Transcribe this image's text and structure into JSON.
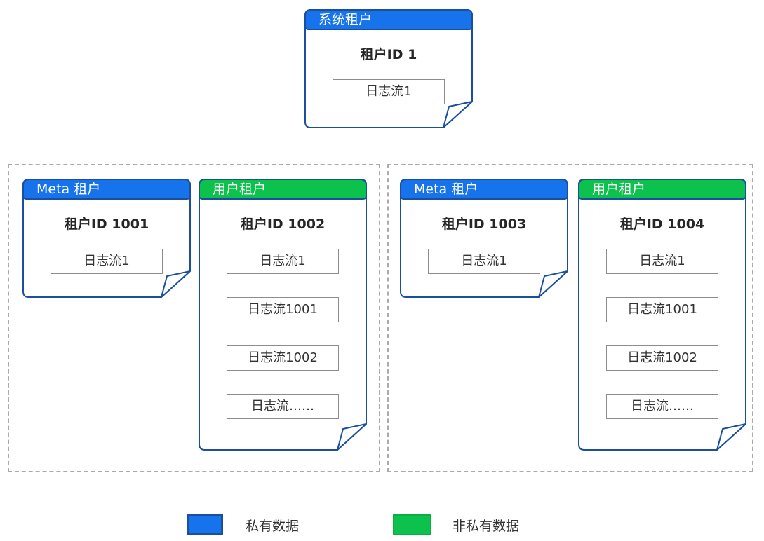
{
  "system": {
    "title": "系统租户",
    "tenant_id": "租户ID 1",
    "streams": [
      "日志流1"
    ]
  },
  "groups": [
    {
      "meta": {
        "title": "Meta 租户",
        "tenant_id": "租户ID 1001",
        "streams": [
          "日志流1"
        ]
      },
      "user": {
        "title": "用户租户",
        "tenant_id": "租户ID 1002",
        "streams": [
          "日志流1",
          "日志流1001",
          "日志流1002",
          "日志流……"
        ]
      }
    },
    {
      "meta": {
        "title": "Meta 租户",
        "tenant_id": "租户ID 1003",
        "streams": [
          "日志流1"
        ]
      },
      "user": {
        "title": "用户租户",
        "tenant_id": "租户ID 1004",
        "streams": [
          "日志流1",
          "日志流1001",
          "日志流1002",
          "日志流……"
        ]
      }
    }
  ],
  "legend": {
    "private_label": "私有数据",
    "non_private_label": "非私有数据"
  },
  "colors": {
    "private_blue": "#1673EC",
    "non_private_green": "#0CC24C",
    "node_border_blue": "#1A4F9E",
    "stream_border_gray": "#8C8C8C",
    "group_dash_gray": "#ABABAB"
  }
}
